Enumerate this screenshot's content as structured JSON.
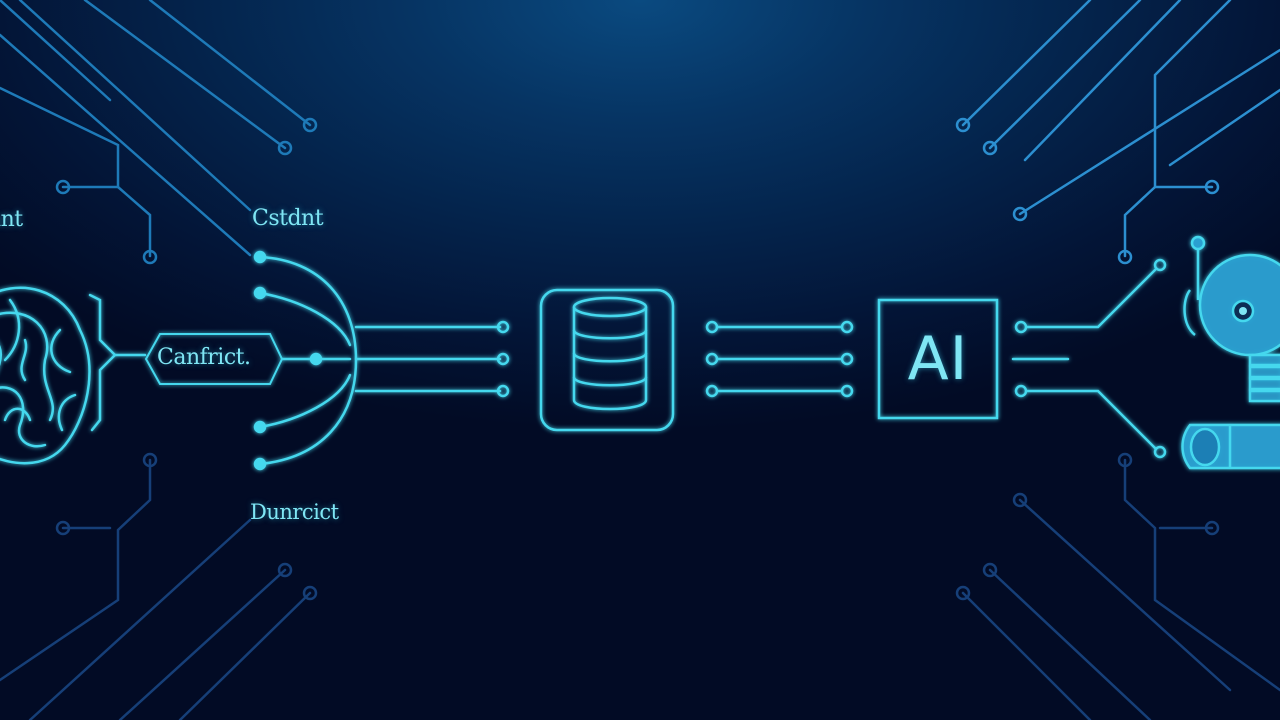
{
  "labels": {
    "left_label": "ant",
    "top_label": "Cstdnt",
    "bubble_label": "Canfrict.",
    "bottom_label": "Dunrcict",
    "ai_label": "AI"
  },
  "colors": {
    "line": "#45d8ee",
    "glow": "#5ce8ff",
    "trace": "#1e7ab8",
    "trace_bright": "#2c8fd0",
    "robot_fill": "#2a9fd0",
    "background_top": "#0a4a80",
    "background_bottom": "#020b25"
  },
  "icons": {
    "brain": "brain-icon",
    "database": "database-icon",
    "ai_chip": "ai-chip-icon",
    "robot": "robot-icon"
  }
}
